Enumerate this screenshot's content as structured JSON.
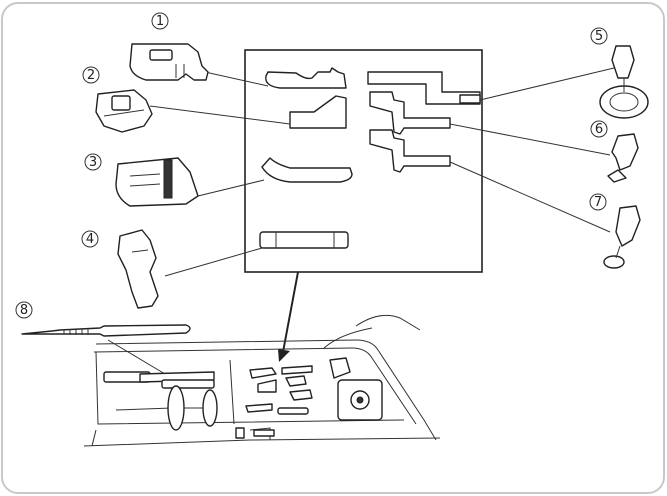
{
  "labels": {
    "p1": "1",
    "p2": "2",
    "p3": "3",
    "p4": "4",
    "p5": "5",
    "p6": "6",
    "p7": "7",
    "p8": "8"
  },
  "colors": {
    "stroke": "#222222",
    "frame": "#c8c8c8",
    "background": "#ffffff"
  }
}
